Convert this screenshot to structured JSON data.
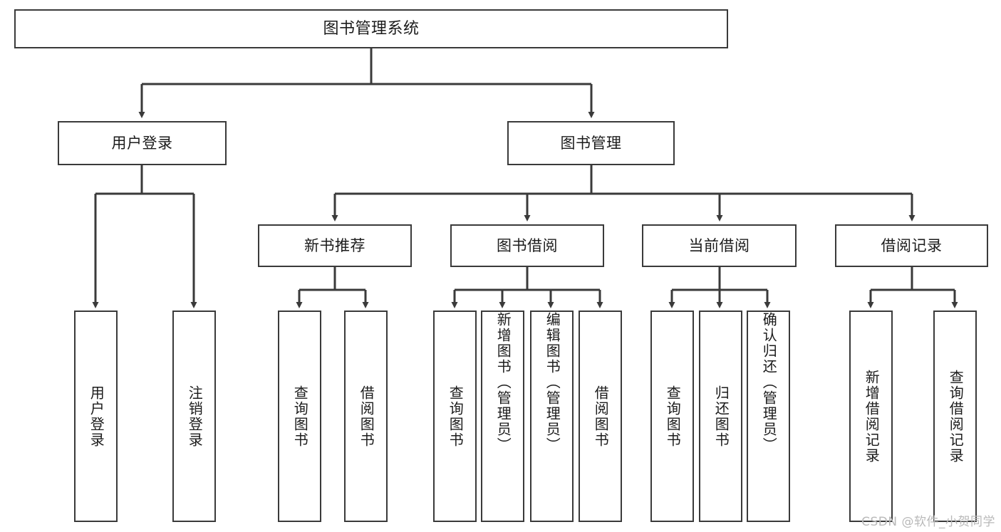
{
  "diagram": {
    "title": "图书管理系统",
    "type": "tree",
    "watermark": "CSDN @软件_小贺同学",
    "line_color": "#3a3a3a",
    "box_fill": "#ffffff",
    "text_color": "#1b1b1b",
    "levels": {
      "root": [
        "图书管理系统"
      ],
      "level2": [
        "用户登录",
        "图书管理"
      ],
      "level3": [
        "新书推荐",
        "图书借阅",
        "当前借阅",
        "借阅记录"
      ]
    },
    "nodes": {
      "root": {
        "label": "图书管理系统"
      },
      "user_login": {
        "label": "用户登录"
      },
      "book_manage": {
        "label": "图书管理"
      },
      "new_book_rec": {
        "label": "新书推荐"
      },
      "book_borrow": {
        "label": "图书借阅"
      },
      "current_borrow": {
        "label": "当前借阅"
      },
      "borrow_record": {
        "label": "借阅记录"
      },
      "leaf_user_login": {
        "label": "用户登录"
      },
      "leaf_user_logout": {
        "label": "注销登录"
      },
      "leaf_rec_query": {
        "label": "查询图书"
      },
      "leaf_rec_borrow": {
        "label": "借阅图书"
      },
      "leaf_borrow_query": {
        "label": "查询图书"
      },
      "leaf_borrow_add": {
        "label": "新增图书（管理员）"
      },
      "leaf_borrow_edit": {
        "label": "编辑图书（管理员）"
      },
      "leaf_borrow_borrow": {
        "label": "借阅图书"
      },
      "leaf_cur_query": {
        "label": "查询图书"
      },
      "leaf_cur_return": {
        "label": "归还图书"
      },
      "leaf_cur_confirm": {
        "label": "确认归还（管理员）"
      },
      "leaf_rec_add": {
        "label": "新增借阅记录"
      },
      "leaf_rec_search": {
        "label": "查询借阅记录"
      }
    }
  }
}
